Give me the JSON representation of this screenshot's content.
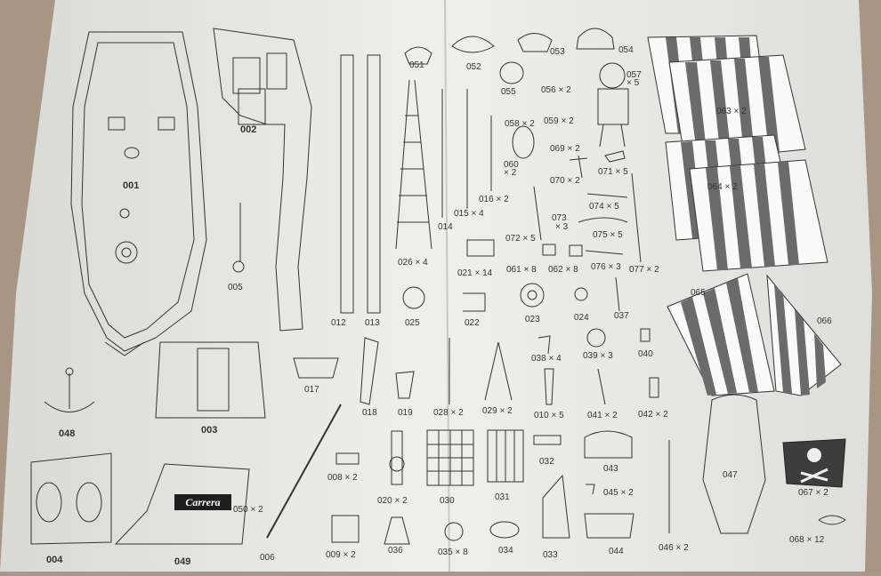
{
  "brand": "Carrera",
  "parts": [
    {
      "id": "001",
      "text": "001"
    },
    {
      "id": "002",
      "text": "002"
    },
    {
      "id": "003",
      "text": "003"
    },
    {
      "id": "004",
      "text": "004"
    },
    {
      "id": "005",
      "text": "005"
    },
    {
      "id": "006",
      "text": "006"
    },
    {
      "id": "008",
      "text": "008 × 2"
    },
    {
      "id": "009",
      "text": "009 × 2"
    },
    {
      "id": "010",
      "text": "010 × 5"
    },
    {
      "id": "012",
      "text": "012"
    },
    {
      "id": "013",
      "text": "013"
    },
    {
      "id": "014",
      "text": "014"
    },
    {
      "id": "015",
      "text": "015 × 4"
    },
    {
      "id": "016",
      "text": "016 × 2"
    },
    {
      "id": "017",
      "text": "017"
    },
    {
      "id": "018",
      "text": "018"
    },
    {
      "id": "019",
      "text": "019"
    },
    {
      "id": "020",
      "text": "020 × 2"
    },
    {
      "id": "021",
      "text": "021 × 14"
    },
    {
      "id": "022",
      "text": "022"
    },
    {
      "id": "023",
      "text": "023"
    },
    {
      "id": "024",
      "text": "024"
    },
    {
      "id": "025",
      "text": "025"
    },
    {
      "id": "026",
      "text": "026 × 4"
    },
    {
      "id": "028",
      "text": "028 × 2"
    },
    {
      "id": "029",
      "text": "029 × 2"
    },
    {
      "id": "030",
      "text": "030"
    },
    {
      "id": "031",
      "text": "031"
    },
    {
      "id": "032",
      "text": "032"
    },
    {
      "id": "033",
      "text": "033"
    },
    {
      "id": "034",
      "text": "034"
    },
    {
      "id": "035",
      "text": "035 × 8"
    },
    {
      "id": "036",
      "text": "036"
    },
    {
      "id": "037",
      "text": "037"
    },
    {
      "id": "038",
      "text": "038 × 4"
    },
    {
      "id": "039",
      "text": "039 × 3"
    },
    {
      "id": "040",
      "text": "040"
    },
    {
      "id": "041",
      "text": "041 × 2"
    },
    {
      "id": "042",
      "text": "042 × 2"
    },
    {
      "id": "043",
      "text": "043"
    },
    {
      "id": "044",
      "text": "044"
    },
    {
      "id": "045",
      "text": "045 × 2"
    },
    {
      "id": "046",
      "text": "046 × 2"
    },
    {
      "id": "047",
      "text": "047"
    },
    {
      "id": "048",
      "text": "048"
    },
    {
      "id": "049",
      "text": "049"
    },
    {
      "id": "050",
      "text": "050 × 2"
    },
    {
      "id": "051",
      "text": "051"
    },
    {
      "id": "052",
      "text": "052"
    },
    {
      "id": "053",
      "text": "053"
    },
    {
      "id": "054",
      "text": "054"
    },
    {
      "id": "055",
      "text": "055"
    },
    {
      "id": "056",
      "text": "056 × 2"
    },
    {
      "id": "057",
      "text": "057"
    },
    {
      "id": "057x",
      "text": "× 5"
    },
    {
      "id": "058",
      "text": "058 × 2"
    },
    {
      "id": "059",
      "text": "059 × 2"
    },
    {
      "id": "060",
      "text": "060"
    },
    {
      "id": "060x",
      "text": "× 2"
    },
    {
      "id": "061",
      "text": "061 × 8"
    },
    {
      "id": "062",
      "text": "062 × 8"
    },
    {
      "id": "063",
      "text": "063 × 2"
    },
    {
      "id": "064",
      "text": "064 × 2"
    },
    {
      "id": "065",
      "text": "065"
    },
    {
      "id": "066",
      "text": "066"
    },
    {
      "id": "067",
      "text": "067 × 2"
    },
    {
      "id": "068",
      "text": "068 × 12"
    },
    {
      "id": "069",
      "text": "069 × 2"
    },
    {
      "id": "070",
      "text": "070 × 2"
    },
    {
      "id": "071",
      "text": "071 × 5"
    },
    {
      "id": "072",
      "text": "072 × 5"
    },
    {
      "id": "073",
      "text": "073"
    },
    {
      "id": "073x",
      "text": "× 3"
    },
    {
      "id": "074",
      "text": "074 × 5"
    },
    {
      "id": "075",
      "text": "075 × 5"
    },
    {
      "id": "076",
      "text": "076 × 3"
    },
    {
      "id": "077",
      "text": "077 × 2"
    }
  ]
}
